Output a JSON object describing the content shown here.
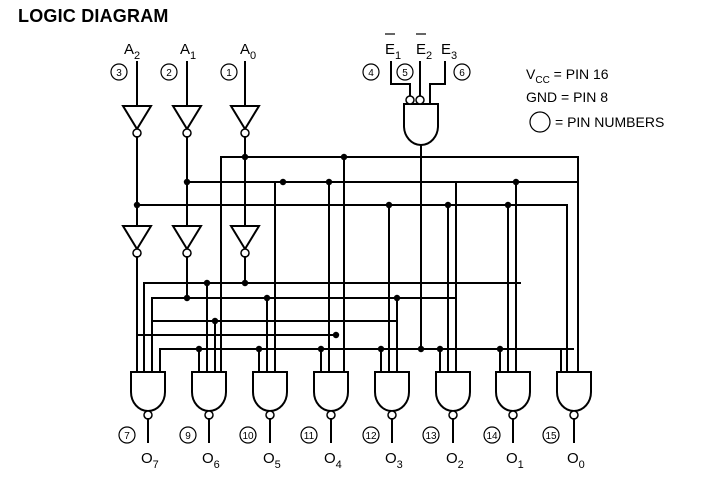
{
  "title": "LOGIC DIAGRAM",
  "address_inputs": [
    {
      "base": "A",
      "sub": "2",
      "pin": "3"
    },
    {
      "base": "A",
      "sub": "1",
      "pin": "2"
    },
    {
      "base": "A",
      "sub": "0",
      "pin": "1"
    }
  ],
  "enable_inputs": [
    {
      "base": "E",
      "sub": "1",
      "pin": "4",
      "overbar": true
    },
    {
      "base": "E",
      "sub": "2",
      "pin": "5",
      "overbar": true
    },
    {
      "base": "E",
      "sub": "3",
      "pin": "6",
      "overbar": false
    }
  ],
  "outputs": [
    {
      "base": "O",
      "sub": "7",
      "pin": "7"
    },
    {
      "base": "O",
      "sub": "6",
      "pin": "9"
    },
    {
      "base": "O",
      "sub": "5",
      "pin": "10"
    },
    {
      "base": "O",
      "sub": "4",
      "pin": "11"
    },
    {
      "base": "O",
      "sub": "3",
      "pin": "12"
    },
    {
      "base": "O",
      "sub": "2",
      "pin": "13"
    },
    {
      "base": "O",
      "sub": "1",
      "pin": "14"
    },
    {
      "base": "O",
      "sub": "0",
      "pin": "15"
    }
  ],
  "legend": {
    "vcc_base": "V",
    "vcc_sub": "CC",
    "vcc_rest": " = PIN 16",
    "gnd": "GND = PIN 8",
    "pin_numbers": "= PIN NUMBERS"
  }
}
